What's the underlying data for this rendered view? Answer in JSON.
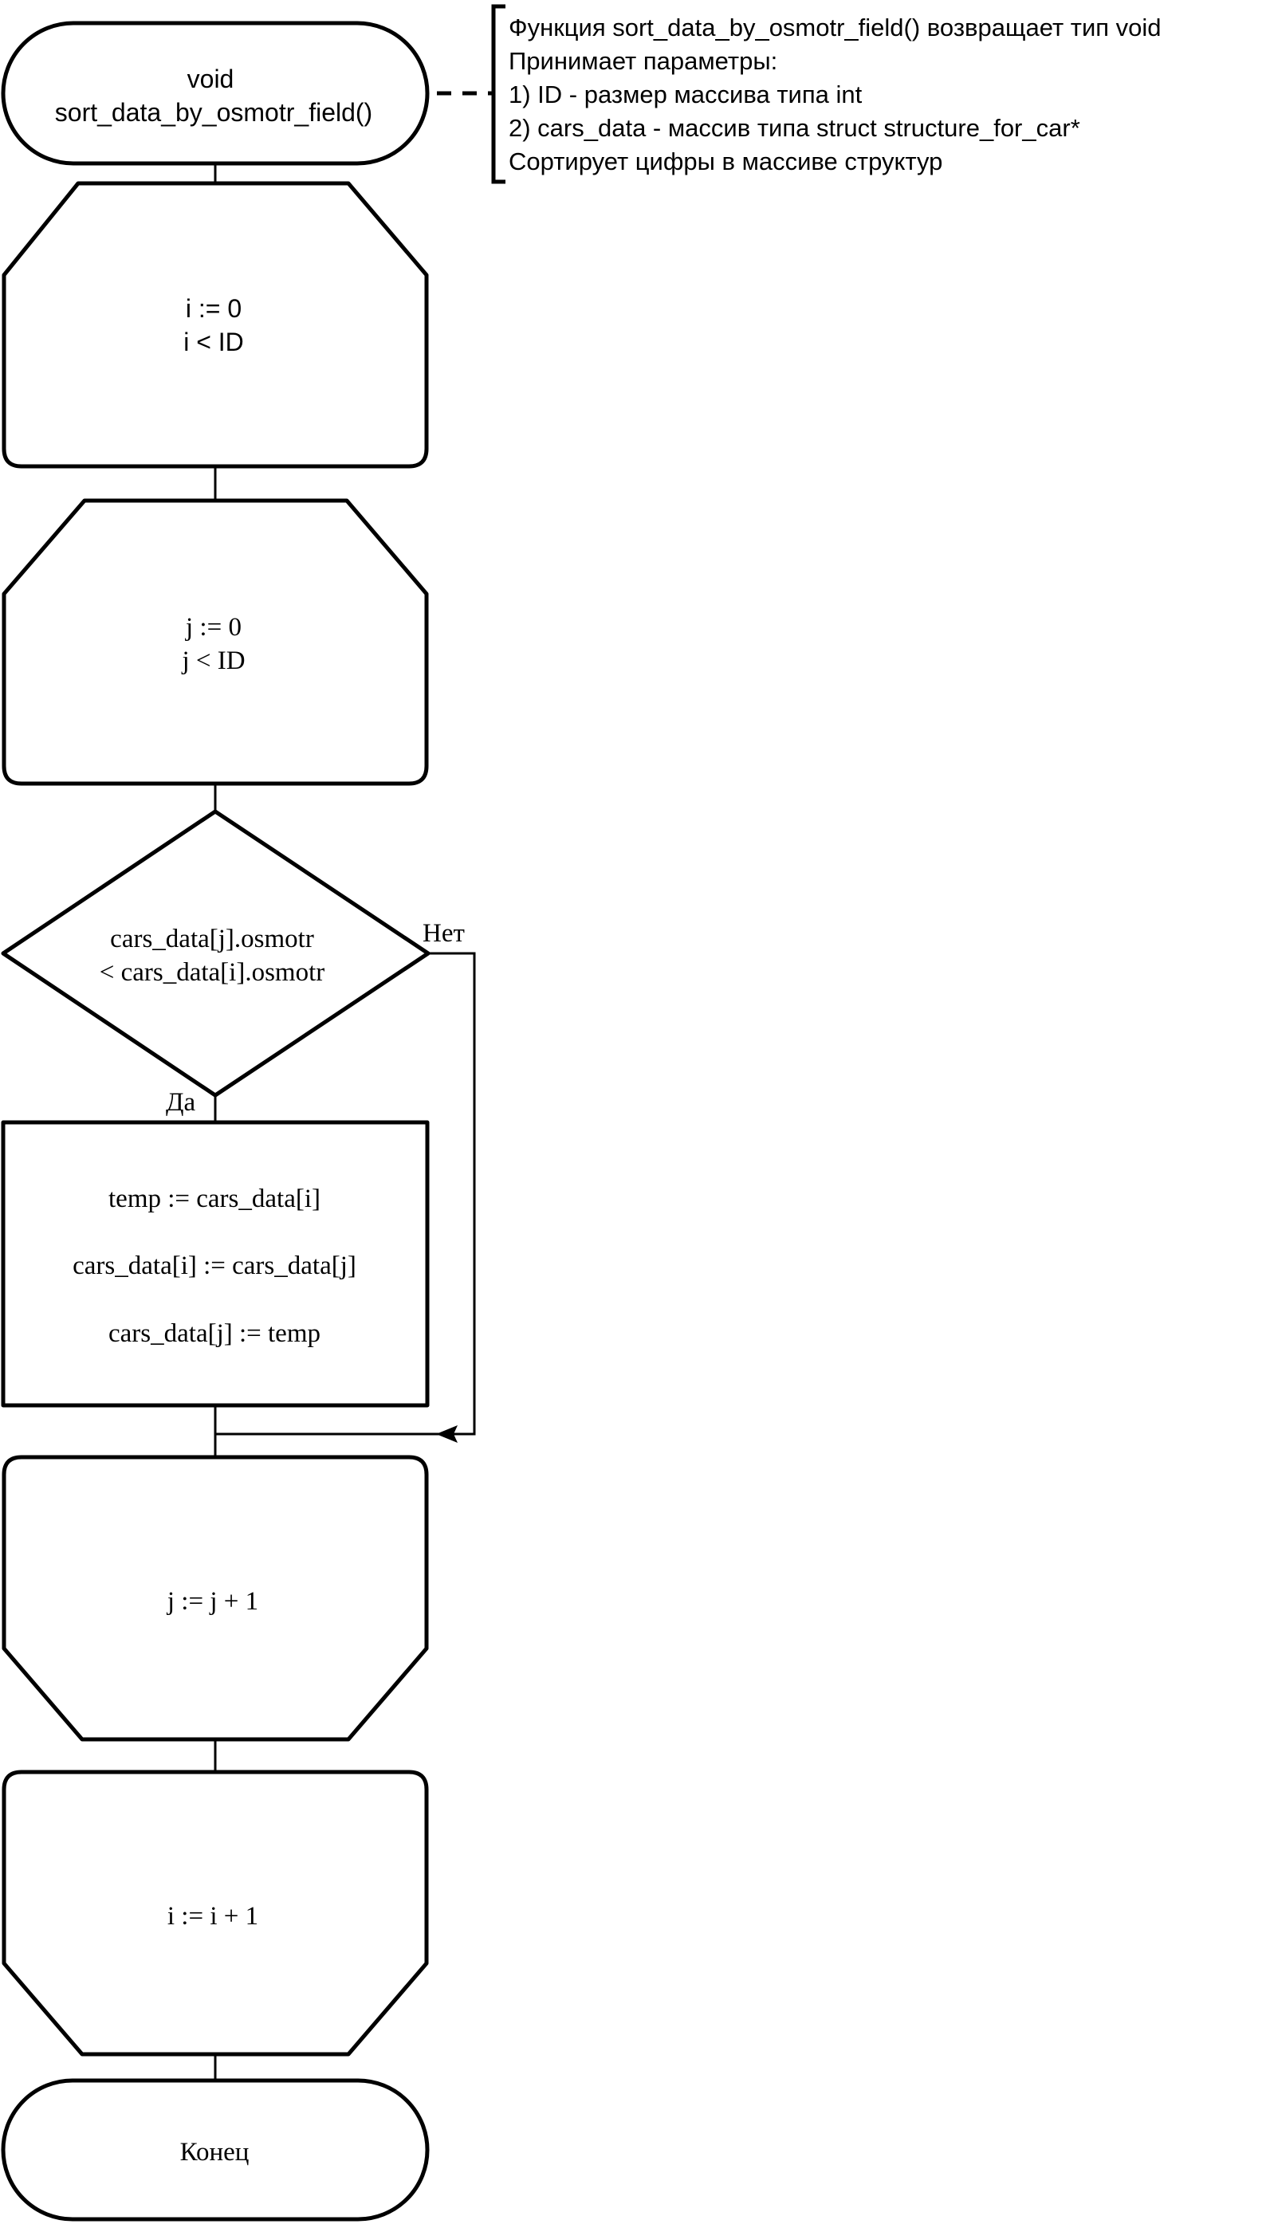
{
  "start_block": {
    "line1": "void",
    "line2": "sort_data_by_osmotr_field()"
  },
  "comment": {
    "lines": [
      "Функция sort_data_by_osmotr_field() возвращает тип void",
      "Принимает параметры:",
      "1) ID - размер массива типа int",
      "2) cars_data - массив типа struct structure_for_car*",
      "Сортирует цифры в массиве структур"
    ]
  },
  "loop_i_start": {
    "line1": "i := 0",
    "line2": "i < ID"
  },
  "loop_j_start": {
    "line1": "j := 0",
    "line2": "j < ID"
  },
  "condition": {
    "line1": "cars_data[j].osmotr",
    "line2": "< cars_data[i].osmotr",
    "yes_label": "Да",
    "no_label": "Нет"
  },
  "swap_block": {
    "lines": [
      "temp := cars_data[i]",
      "cars_data[i] := cars_data[j]",
      "cars_data[j] := temp"
    ]
  },
  "loop_j_end": {
    "text": "j := j + 1"
  },
  "loop_i_end": {
    "text": "i := i + 1"
  },
  "end_block": {
    "text": "Конец"
  }
}
